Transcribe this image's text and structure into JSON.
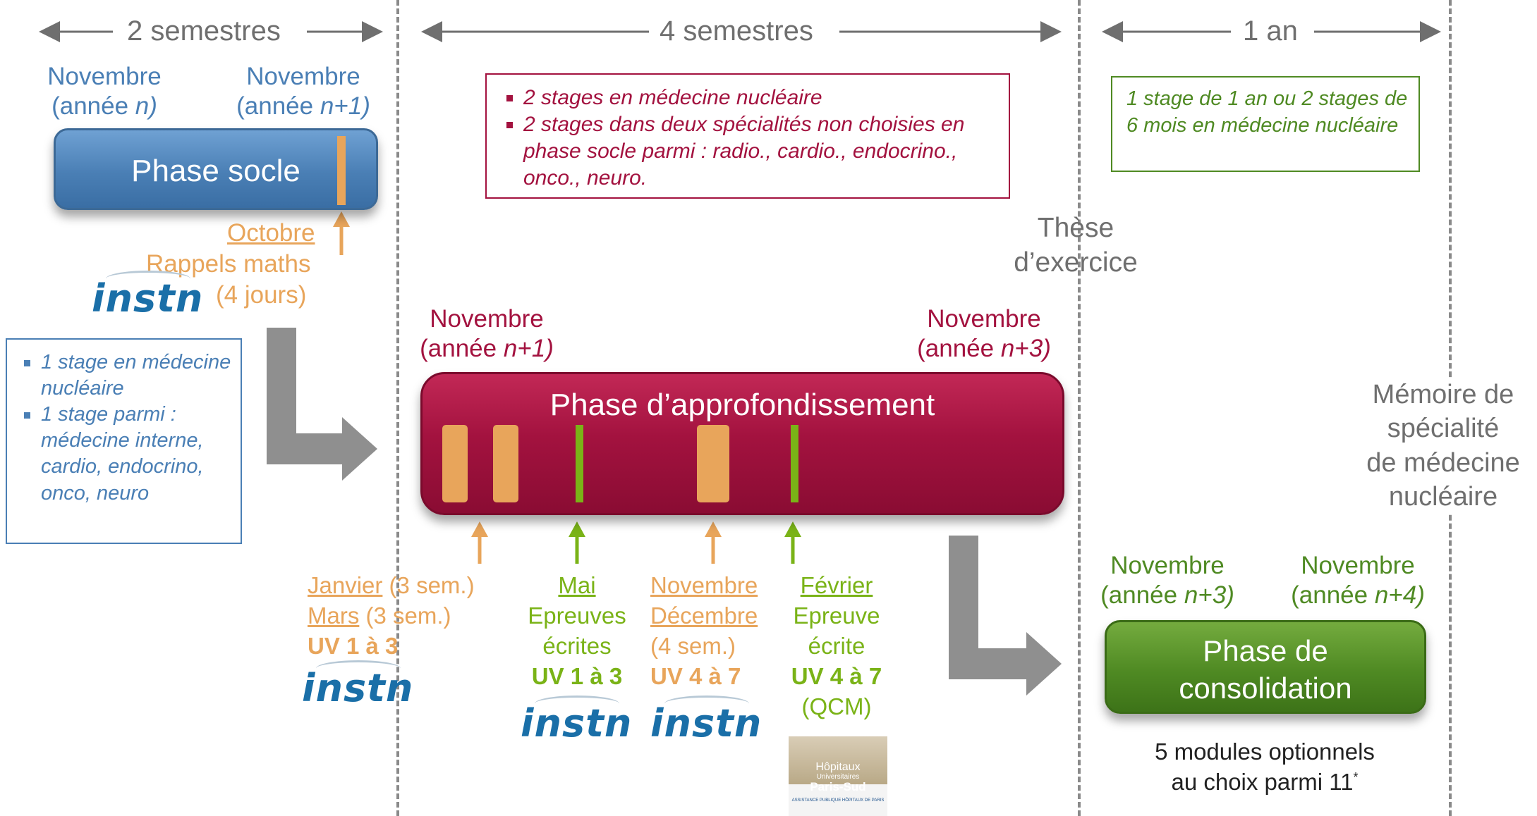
{
  "colors": {
    "socle": "#4a7fb5",
    "approfondissement": "#a3123f",
    "consolidation": "#4f8a23",
    "orange": "#e8a55b",
    "green": "#7ab317",
    "grey": "#6f6f6f"
  },
  "durations": {
    "d1": "2 semestres",
    "d2": "4 semestres",
    "d3": "1 an"
  },
  "socle": {
    "start_month": "Novembre",
    "start_year": [
      "(année ",
      "n)",
      ""
    ],
    "end_month": "Novembre",
    "end_year": [
      "(année ",
      "n+1)",
      ""
    ],
    "label": "Phase socle",
    "event_month": "Octobre",
    "event_line1": "Rappels maths",
    "event_line2": "(4 jours)",
    "stages": [
      "1 stage en médecine nucléaire",
      "1 stage parmi : médecine interne, cardio, endocrino, onco, neuro"
    ]
  },
  "approfondissement": {
    "start_month": "Novembre",
    "start_year": [
      "(année ",
      "n+1)",
      ""
    ],
    "end_month": "Novembre",
    "end_year": [
      "(année ",
      "n+3)",
      ""
    ],
    "label": "Phase d’approfondissement",
    "stages": [
      "2 stages en médecine nucléaire",
      "2 stages dans deux spécialités non choisies en phase socle parmi : radio., cardio., endocrino., onco., neuro."
    ],
    "events": {
      "e1_month1": "Janvier",
      "e1_dur1": " (3 sem.)",
      "e1_month2": "Mars",
      "e1_dur2": " (3 sem.)",
      "e1_uv": "UV 1 à 3",
      "e2_month": "Mai",
      "e2_line1": "Epreuves",
      "e2_line2": "écrites",
      "e2_uv": "UV 1 à 3",
      "e3_month1": "Novembre",
      "e3_month2": "Décembre",
      "e3_dur": "(4 sem.)",
      "e3_uv": "UV 4 à 7",
      "e4_month": "Février",
      "e4_line1": "Epreuve",
      "e4_line2": "écrite",
      "e4_uv": "UV 4 à 7",
      "e4_qcm": "(QCM)"
    }
  },
  "these": {
    "line1": "Thèse",
    "line2": "d’exercice"
  },
  "consolidation": {
    "stage": "1 stage de 1 an ou 2 stages de 6 mois en médecine nucléaire",
    "start_month": "Novembre",
    "start_year": [
      "(année ",
      "n+3)",
      ""
    ],
    "end_month": "Novembre",
    "end_year": [
      "(année ",
      "n+4)",
      ""
    ],
    "label_line1": "Phase de",
    "label_line2": "consolidation",
    "modules_line1": "5 modules optionnels",
    "modules_line2": "au choix parmi 11",
    "modules_sup": "*"
  },
  "memoire": {
    "line1": "Mémoire de",
    "line2": "spécialité",
    "line3": "de médecine",
    "line4": "nucléaire"
  },
  "logos": {
    "instn": "instn",
    "hopital_line1": "Hôpitaux",
    "hopital_line2": "Universitaires",
    "hopital_line3": "Paris-Sud",
    "hopital_line4": "ASSISTANCE PUBLIQUE HÔPITAUX DE PARIS"
  }
}
